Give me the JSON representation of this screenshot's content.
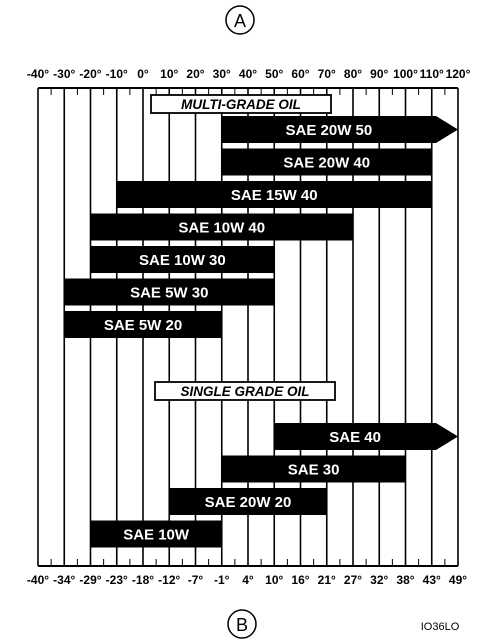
{
  "top_marker": "A",
  "bottom_marker": "B",
  "figure_code": "IO36LO",
  "colors": {
    "bar": "#000000",
    "background": "#ffffff",
    "bar_text": "#ffffff"
  },
  "chart_data": {
    "type": "bar",
    "orientation": "horizontal",
    "grid": true,
    "x_fahrenheit_ticks": [
      "-40°",
      "-30°",
      "-20°",
      "-10°",
      "0°",
      "10°",
      "20°",
      "30°",
      "40°",
      "50°",
      "60°",
      "70°",
      "80°",
      "90°",
      "100°",
      "110°",
      "120°"
    ],
    "x_celsius_ticks": [
      "-40°",
      "-34°",
      "-29°",
      "-23°",
      "-18°",
      "-12°",
      "-7°",
      "-1°",
      "4°",
      "10°",
      "16°",
      "21°",
      "27°",
      "32°",
      "38°",
      "43°",
      "49°"
    ],
    "xlim_fahrenheit": [
      -40,
      120
    ],
    "groups": [
      {
        "name": "MULTI-GRADE OIL",
        "bars": [
          {
            "label": "SAE 20W 50",
            "min_f": 30,
            "max_f": 120,
            "open_ended": true
          },
          {
            "label": "SAE 20W 40",
            "min_f": 30,
            "max_f": 110,
            "open_ended": false
          },
          {
            "label": "SAE 15W 40",
            "min_f": -10,
            "max_f": 110,
            "open_ended": false
          },
          {
            "label": "SAE 10W 40",
            "min_f": -20,
            "max_f": 80,
            "open_ended": false
          },
          {
            "label": "SAE 10W 30",
            "min_f": -20,
            "max_f": 50,
            "open_ended": false
          },
          {
            "label": "SAE 5W 30",
            "min_f": -30,
            "max_f": 50,
            "open_ended": false
          },
          {
            "label": "SAE 5W 20",
            "min_f": -30,
            "max_f": 30,
            "open_ended": false
          }
        ]
      },
      {
        "name": "SINGLE GRADE OIL",
        "bars": [
          {
            "label": "SAE 40",
            "min_f": 50,
            "max_f": 120,
            "open_ended": true
          },
          {
            "label": "SAE 30",
            "min_f": 30,
            "max_f": 100,
            "open_ended": false
          },
          {
            "label": "SAE 20W 20",
            "min_f": 10,
            "max_f": 70,
            "open_ended": false
          },
          {
            "label": "SAE 10W",
            "min_f": -20,
            "max_f": 30,
            "open_ended": false
          }
        ]
      }
    ]
  }
}
